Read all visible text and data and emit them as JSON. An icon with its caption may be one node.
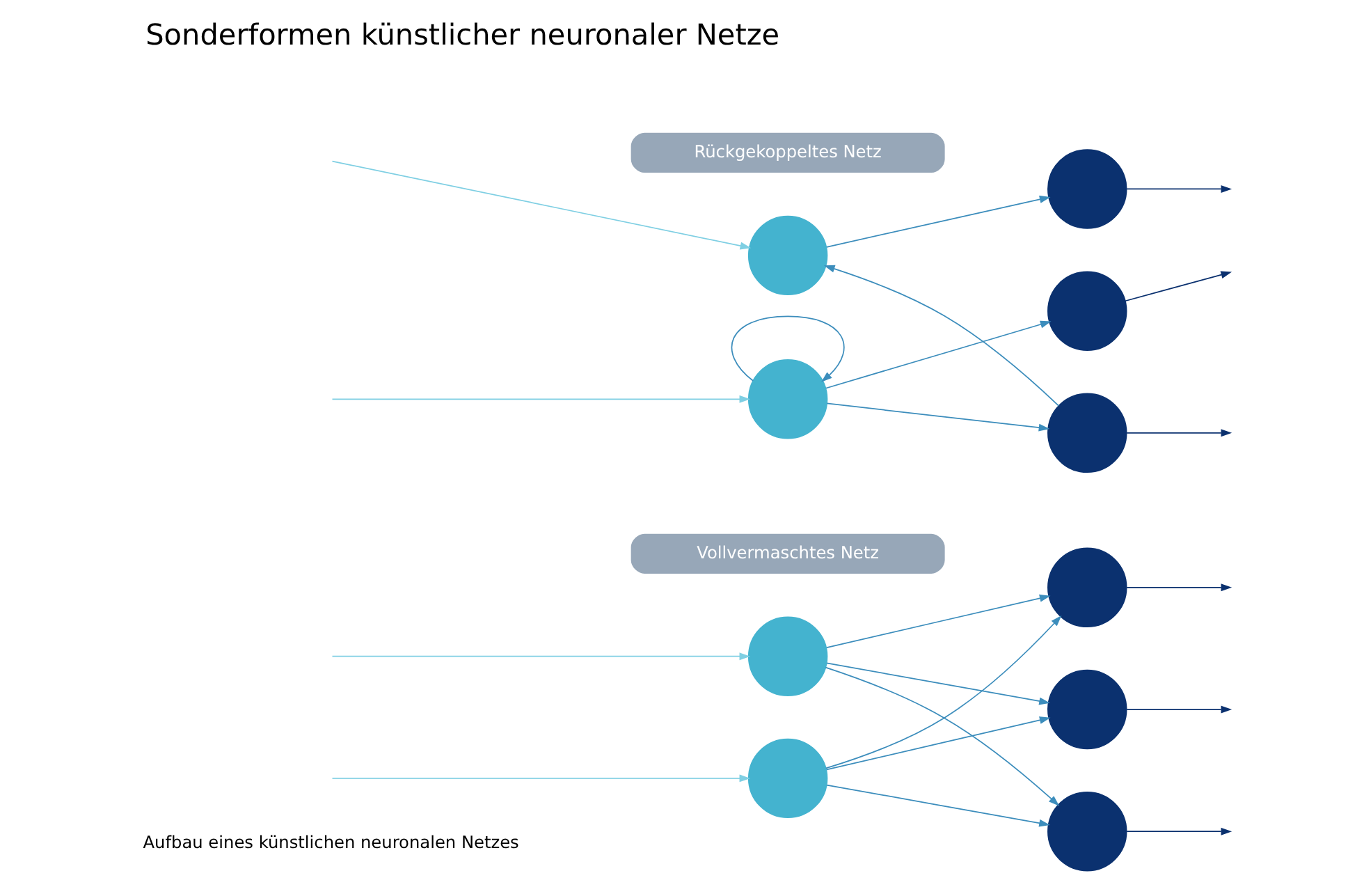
{
  "diagram": {
    "title": "Sonderformen künstlicher neuronaler Netze",
    "nodes": [
      {
        "text": [
          "Vollvermaschtes Netz"
        ]
      },
      {
        "text": [
          "Rückgekoppeltes Netz"
        ]
      },
      {
        "text": [],
        "shape": "circle"
      },
      {
        "text": [],
        "shape": "circle"
      },
      {
        "text": [],
        "shape": "circle"
      },
      {
        "text": [],
        "shape": "circle"
      },
      {
        "text": [],
        "shape": "circle"
      },
      {
        "text": [],
        "shape": "circle"
      },
      {
        "text": [],
        "shape": "circle"
      },
      {
        "text": [],
        "shape": "circle"
      },
      {
        "text": [],
        "shape": "circle"
      },
      {
        "text": [],
        "shape": "circle"
      }
    ],
    "edges": [
      {
        "from": null,
        "to": 2,
        "arrow": "to",
        "color": "#7fcfe3"
      },
      {
        "from": null,
        "to": 3,
        "arrow": "to",
        "color": "#7fcfe3"
      },
      {
        "from": 2,
        "to": 4,
        "arrow": "to"
      },
      {
        "from": 2,
        "to": 5,
        "arrow": "to"
      },
      {
        "from": 2,
        "to": 6,
        "arrow": "to"
      },
      {
        "from": 3,
        "to": 4,
        "arrow": "to"
      },
      {
        "from": 3,
        "to": 5,
        "arrow": "to"
      },
      {
        "from": 3,
        "to": 6,
        "arrow": "to"
      },
      {
        "from": 4,
        "to": null,
        "arrow": "to",
        "color": "#0b316f"
      },
      {
        "from": 5,
        "to": null,
        "arrow": "to",
        "color": "#0b316f"
      },
      {
        "from": 6,
        "to": null,
        "arrow": "to",
        "color": "#0b316f"
      },
      {
        "from": null,
        "to": 7,
        "arrow": "to",
        "color": "#7fcfe3"
      },
      {
        "from": null,
        "to": 8,
        "arrow": "to",
        "color": "#7fcfe3"
      },
      {
        "from": 7,
        "to": 9,
        "arrow": "to"
      },
      {
        "from": 10,
        "to": 7,
        "arrow": "to"
      },
      {
        "from": 8,
        "to": 10,
        "arrow": "to"
      },
      {
        "from": 8,
        "to": 11,
        "arrow": "to"
      },
      {
        "from": 8,
        "to": 8,
        "arrow": "to"
      },
      {
        "from": 9,
        "to": null,
        "arrow": "to",
        "color": "#0b316f"
      },
      {
        "from": 10,
        "to": null,
        "arrow": "to",
        "color": "#0b316f"
      },
      {
        "from": 11,
        "to": null,
        "arrow": "to",
        "color": "#0b316f"
      }
    ],
    "labels": [
      "Aufbau eines künstlichen neuronalen Netzes"
    ]
  }
}
